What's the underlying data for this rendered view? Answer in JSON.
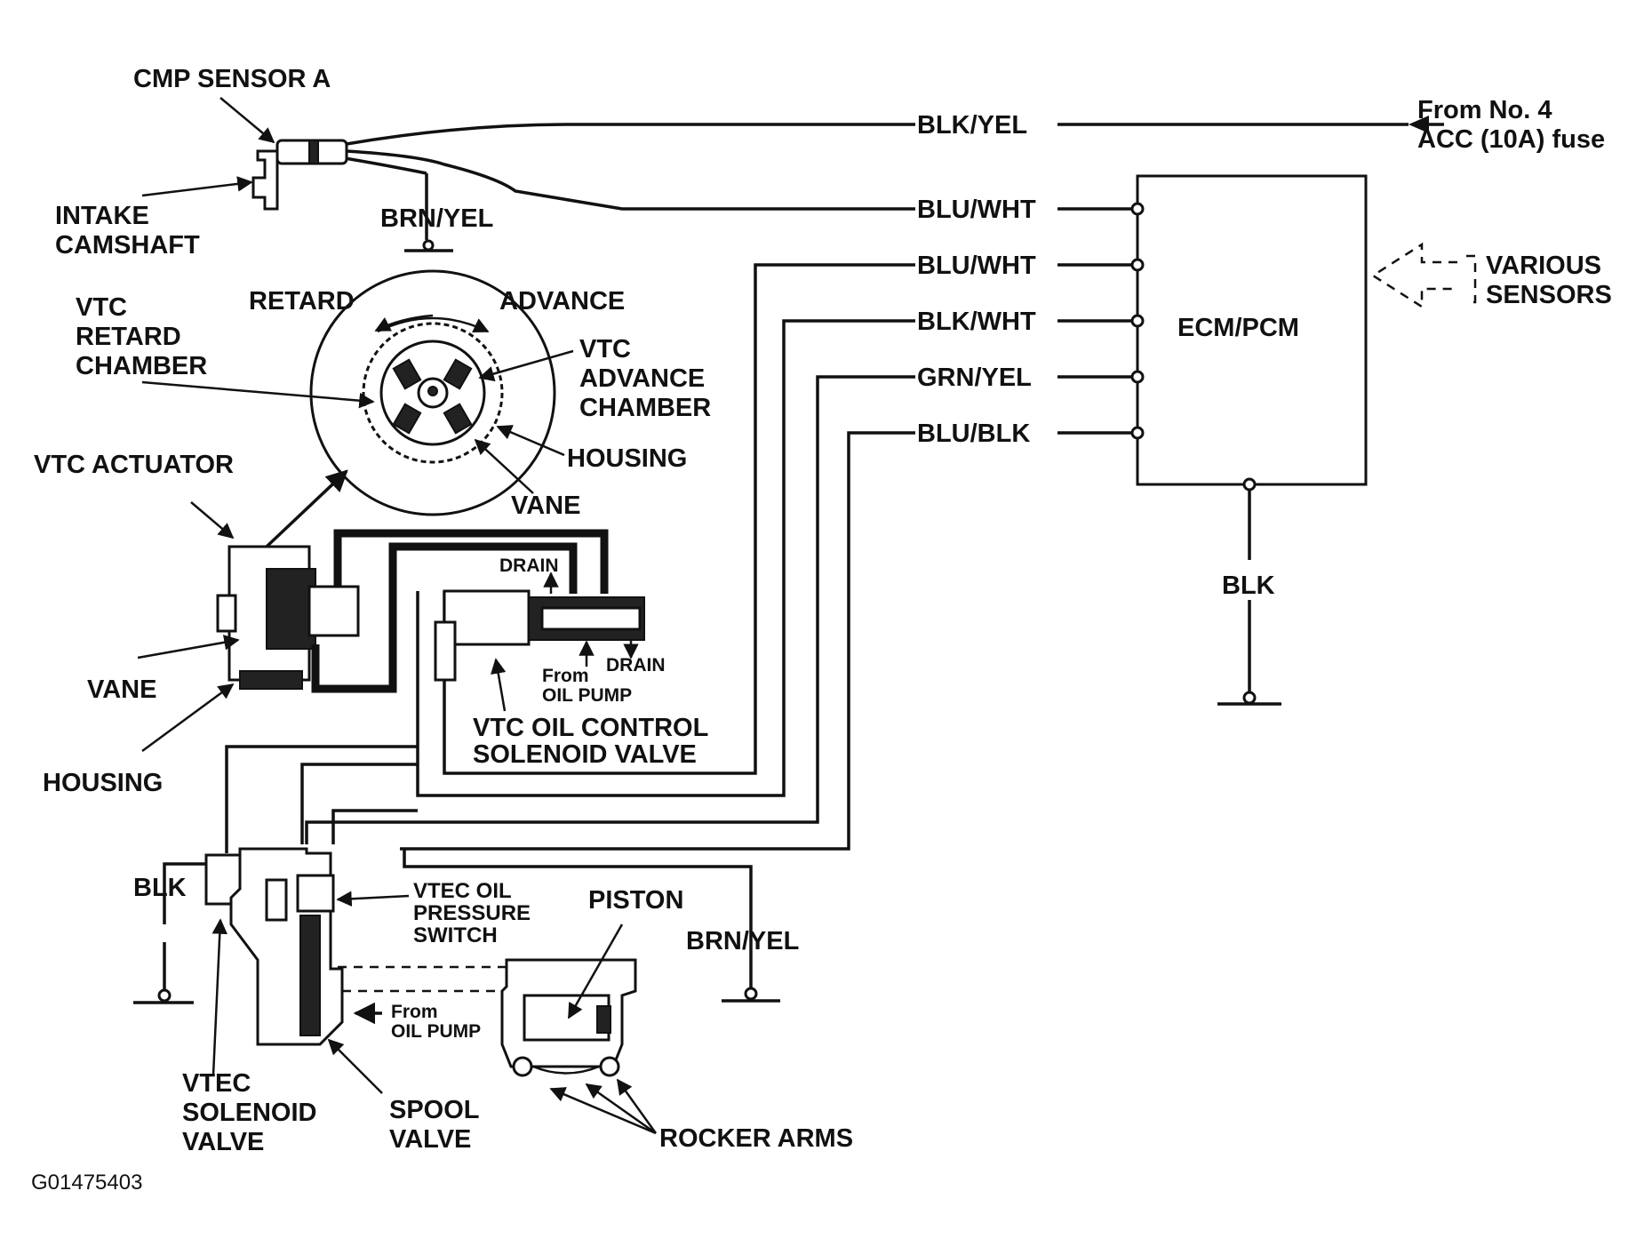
{
  "labels": {
    "cmp_sensor": "CMP SENSOR A",
    "intake_camshaft_1": "INTAKE",
    "intake_camshaft_2": "CAMSHAFT",
    "brn_yel_top": "BRN/YEL",
    "blk_yel": "BLK/YEL",
    "from_fuse_1": "From No. 4",
    "from_fuse_2": "ACC (10A) fuse",
    "wire_1": "BLU/WHT",
    "wire_2": "BLU/WHT",
    "wire_3": "BLK/WHT",
    "wire_4": "GRN/YEL",
    "wire_5": "BLU/BLK",
    "ecm": "ECM/PCM",
    "various_1": "VARIOUS",
    "various_2": "SENSORS",
    "blk_right": "BLK",
    "retard": "RETARD",
    "advance": "ADVANCE",
    "vtc_retard_1": "VTC",
    "vtc_retard_2": "RETARD",
    "vtc_retard_3": "CHAMBER",
    "vtc_advance_1": "VTC",
    "vtc_advance_2": "ADVANCE",
    "vtc_advance_3": "CHAMBER",
    "housing_top": "HOUSING",
    "vane_top": "VANE",
    "vtc_actuator": "VTC ACTUATOR",
    "drain_top": "DRAIN",
    "drain_right": "DRAIN",
    "from_oil_pump_1a": "From",
    "from_oil_pump_1b": "OIL PUMP",
    "vane_left": "VANE",
    "housing_left": "HOUSING",
    "vtc_ocv_1": "VTC OIL CONTROL",
    "vtc_ocv_2": "SOLENOID VALVE",
    "blk_left": "BLK",
    "vtec_ops_1": "VTEC OIL",
    "vtec_ops_2": "PRESSURE",
    "vtec_ops_3": "SWITCH",
    "piston": "PISTON",
    "brn_yel_bottom": "BRN/YEL",
    "from_oil_pump_2a": "From",
    "from_oil_pump_2b": "OIL PUMP",
    "vtec_sol_1": "VTEC",
    "vtec_sol_2": "SOLENOID",
    "vtec_sol_3": "VALVE",
    "spool_1": "SPOOL",
    "spool_2": "VALVE",
    "rocker_arms": "ROCKER ARMS",
    "figure_id": "G01475403"
  }
}
